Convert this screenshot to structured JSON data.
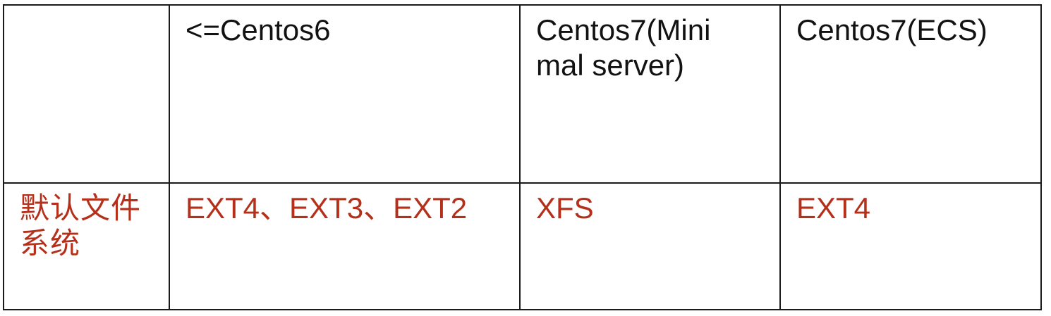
{
  "document": {
    "type": "comparison-table",
    "background_color": "#FFFFFF",
    "border_color": "#1A1A1A",
    "header_text_color": "#121212",
    "body_text_color": "#B5301A"
  },
  "table": {
    "columns": [
      {
        "key": "label",
        "header": ""
      },
      {
        "key": "centos6",
        "header": "<=Centos6"
      },
      {
        "key": "centos7_minimal",
        "header": "Centos7(Minimal server)"
      },
      {
        "key": "centos7_ecs",
        "header": "Centos7(ECS)"
      }
    ],
    "header_row": {
      "col1": "",
      "col2": "<=Centos6",
      "col3": "Centos7(Mini\nmal server)",
      "col4": "Centos7(ECS)"
    },
    "rows": [
      {
        "label": "默认文件\n系统",
        "centos6": "EXT4、EXT3、EXT2",
        "centos7_minimal": "XFS",
        "centos7_ecs": "EXT4"
      }
    ]
  }
}
